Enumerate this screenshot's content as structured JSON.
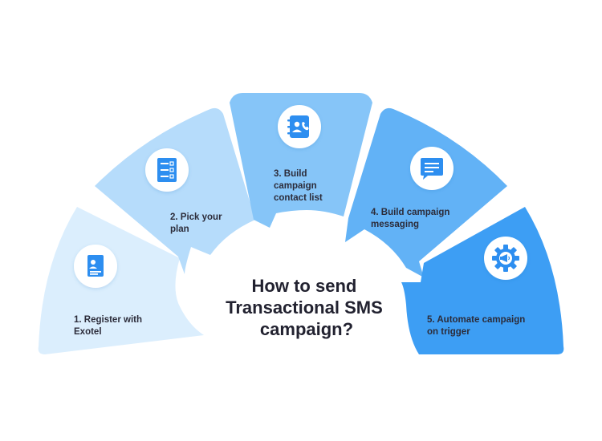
{
  "diagram": {
    "title_lines": [
      "How to send",
      "Transactional SMS",
      "campaign?"
    ],
    "colors": {
      "segment_1": "#dbeefd",
      "segment_2": "#b6dcfb",
      "segment_3": "#86c5f8",
      "segment_4": "#62b2f6",
      "segment_5": "#3d9ef4",
      "icon_blue": "#2d8ef0",
      "title_text": "#222230",
      "label_text": "#2c2c3a"
    },
    "steps": [
      {
        "label_lines": [
          "1. Register with",
          "Exotel"
        ],
        "icon": "contact-card-icon"
      },
      {
        "label_lines": [
          "2. Pick your",
          "plan"
        ],
        "icon": "plan-checklist-icon"
      },
      {
        "label_lines": [
          "3. Build",
          "campaign",
          "contact list"
        ],
        "icon": "address-book-icon"
      },
      {
        "label_lines": [
          "4. Build campaign",
          "messaging"
        ],
        "icon": "message-bubble-icon"
      },
      {
        "label_lines": [
          "5. Automate campaign",
          "on trigger"
        ],
        "icon": "automation-gear-icon"
      }
    ]
  }
}
